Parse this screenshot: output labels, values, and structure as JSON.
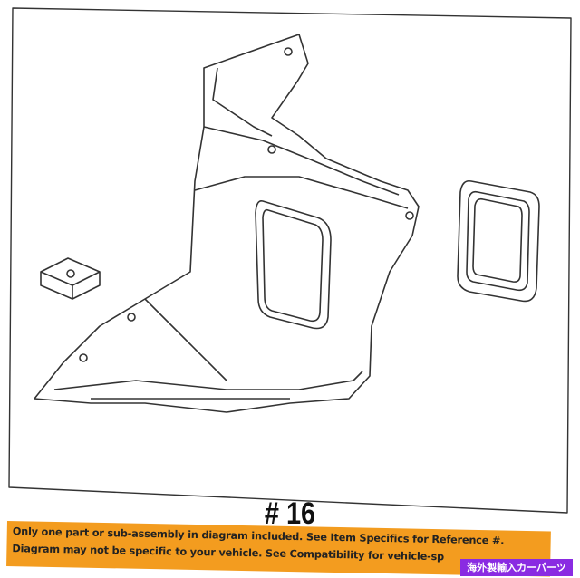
{
  "diagram": {
    "reference_label": "# 16",
    "disclaimer_lines": [
      "Only one part or sub-assembly in diagram included. See Item Specifics for Reference #.",
      "Diagram may not be specific to your vehicle. See Compatibility for vehicle-sp"
    ],
    "watermark_tag": "海外製輸入カーパーツ",
    "colors": {
      "banner": "#f39c1f",
      "tag": "#8a2be2",
      "line": "#333333"
    }
  }
}
